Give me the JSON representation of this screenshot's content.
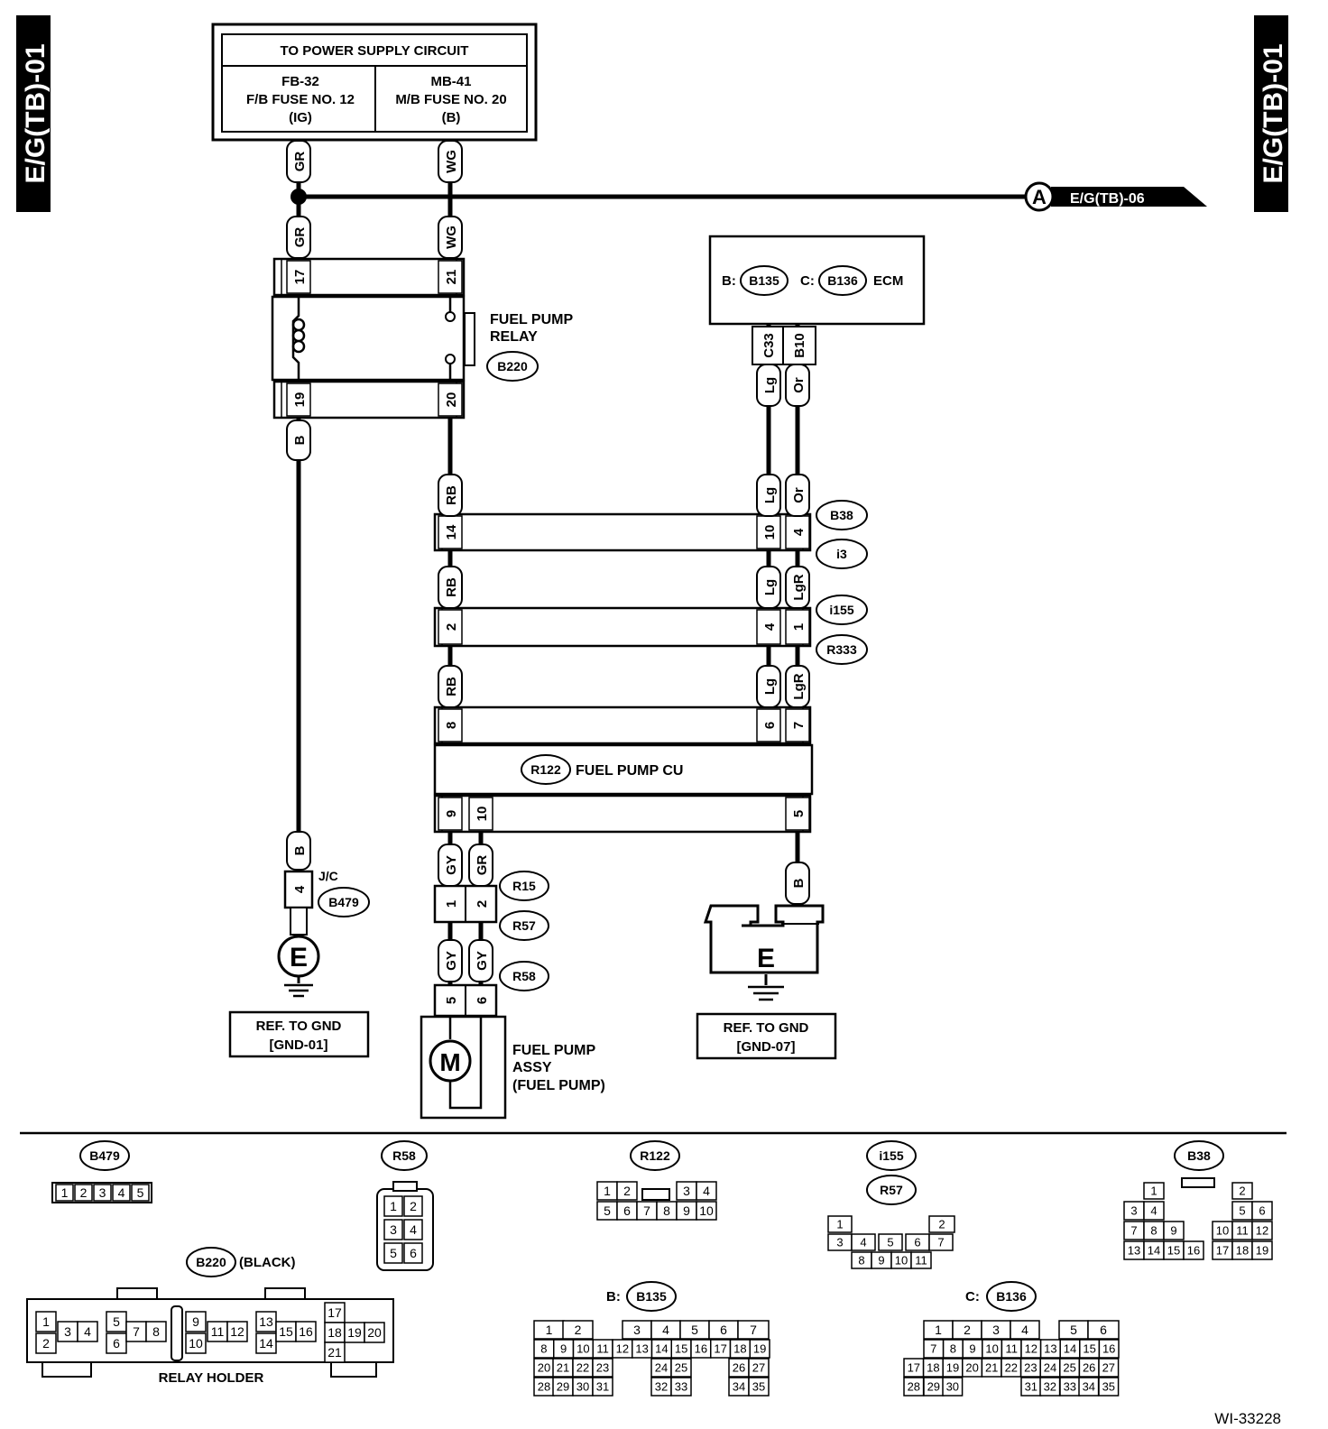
{
  "side_tag": "E/G(TB)-01",
  "power": {
    "title": "TO POWER SUPPLY CIRCUIT",
    "left": [
      "FB-32",
      "F/B FUSE NO. 12",
      "(IG)"
    ],
    "right": [
      "MB-41",
      "M/B FUSE NO. 20",
      "(B)"
    ]
  },
  "ref_a": {
    "letter": "A",
    "label": "E/G(TB)-06"
  },
  "ecm": {
    "b_prefix": "B:",
    "b_conn": "B135",
    "c_prefix": "C:",
    "c_conn": "B136",
    "label": "ECM",
    "pins": [
      "C33",
      "B10"
    ]
  },
  "relay": {
    "label1": "FUEL PUMP",
    "label2": "RELAY",
    "conn": "B220",
    "pins_top": [
      "17",
      "21"
    ],
    "pins_bottom": [
      "19",
      "20"
    ]
  },
  "wires": {
    "GR": "GR",
    "WG": "WG",
    "B": "B",
    "RB": "RB",
    "Lg": "Lg",
    "Or": "Or",
    "LgR": "LgR",
    "GY": "GY"
  },
  "conn_pins": {
    "b38_i3": [
      "14",
      "10",
      "4"
    ],
    "i155_r333": [
      "2",
      "4",
      "1"
    ],
    "r122_top": [
      "8",
      "6",
      "7"
    ],
    "r122_bottom": [
      "9",
      "10",
      "5"
    ],
    "r15_r57": [
      "1",
      "2"
    ],
    "r58": [
      "5",
      "6"
    ],
    "jc": "4"
  },
  "connector_labels": {
    "B38": "B38",
    "i3": "i3",
    "i155": "i155",
    "R333": "R333",
    "R15": "R15",
    "R57": "R57",
    "R58": "R58",
    "B479": "B479"
  },
  "fuel_pump_cu": {
    "conn": "R122",
    "label": "FUEL PUMP CU"
  },
  "jc_label": "J/C",
  "ground_letter": "E",
  "gnd1": [
    "REF. TO GND",
    "[GND-01]"
  ],
  "gnd7": [
    "REF. TO GND",
    "[GND-07]"
  ],
  "fuel_pump": {
    "motor": "M",
    "label": [
      "FUEL PUMP",
      "ASSY",
      "(FUEL PUMP)"
    ]
  },
  "legend": {
    "b479": {
      "title": "B479",
      "pins": [
        "1",
        "2",
        "3",
        "4",
        "5"
      ]
    },
    "r58": {
      "title": "R58",
      "pins": [
        "1",
        "2",
        "3",
        "4",
        "5",
        "6"
      ]
    },
    "r122": {
      "title": "R122",
      "pins": [
        "1",
        "2",
        "3",
        "4",
        "5",
        "6",
        "7",
        "8",
        "9",
        "10"
      ]
    },
    "i155_r57": {
      "title1": "i155",
      "title2": "R57",
      "pins": [
        "1",
        "2",
        "3",
        "4",
        "5",
        "6",
        "7",
        "8",
        "9",
        "10",
        "11"
      ]
    },
    "b38": {
      "title": "B38",
      "pins": [
        "1",
        "2",
        "3",
        "4",
        "5",
        "6",
        "7",
        "8",
        "9",
        "10",
        "11",
        "12",
        "13",
        "14",
        "15",
        "16",
        "17",
        "18",
        "19"
      ]
    },
    "b220": {
      "title": "B220",
      "note": "(BLACK)",
      "caption": "RELAY HOLDER",
      "pins": [
        "1",
        "2",
        "3",
        "4",
        "5",
        "6",
        "7",
        "8",
        "9",
        "10",
        "11",
        "12",
        "13",
        "14",
        "15",
        "16",
        "17",
        "18",
        "19",
        "20",
        "21"
      ]
    },
    "b135": {
      "prefix": "B:",
      "title": "B135",
      "pins": [
        "1",
        "2",
        "3",
        "4",
        "5",
        "6",
        "7",
        "8",
        "9",
        "10",
        "11",
        "12",
        "13",
        "14",
        "15",
        "16",
        "17",
        "18",
        "19",
        "20",
        "21",
        "22",
        "23",
        "24",
        "25",
        "26",
        "27",
        "28",
        "29",
        "30",
        "31",
        "32",
        "33",
        "34",
        "35"
      ]
    },
    "b136": {
      "prefix": "C:",
      "title": "B136",
      "pins": [
        "1",
        "2",
        "3",
        "4",
        "5",
        "6",
        "7",
        "8",
        "9",
        "10",
        "11",
        "12",
        "13",
        "14",
        "15",
        "16",
        "17",
        "18",
        "19",
        "20",
        "21",
        "22",
        "23",
        "24",
        "25",
        "26",
        "27",
        "28",
        "29",
        "30",
        "31",
        "32",
        "33",
        "34",
        "35"
      ]
    }
  },
  "figure_id": "WI-33228"
}
